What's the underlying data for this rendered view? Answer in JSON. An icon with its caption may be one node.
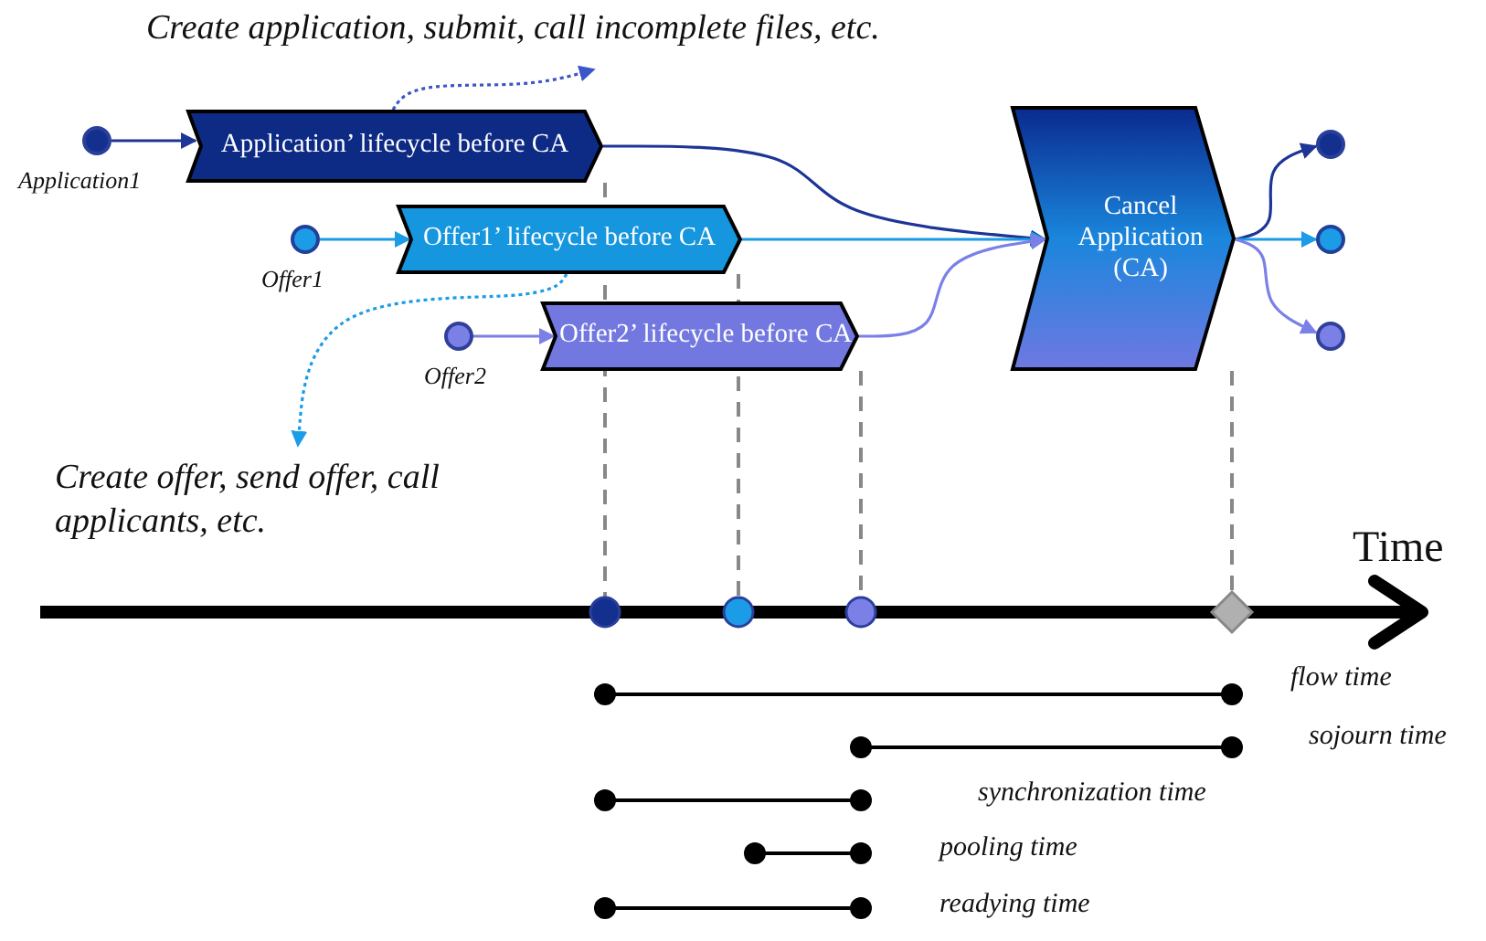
{
  "diagram": {
    "nodes": [
      {
        "text": [],
        "shape": "circle",
        "beside": [
          "Application1"
        ]
      },
      {
        "text": [
          "Application’ lifecycle before CA"
        ]
      },
      {
        "text": [],
        "shape": "circle",
        "beside": [
          "Offer1"
        ]
      },
      {
        "text": [
          "Offer1’ lifecycle before CA"
        ]
      },
      {
        "text": [],
        "shape": "circle",
        "beside": [
          "Offer2"
        ]
      },
      {
        "text": [
          "Offer2’ lifecycle before CA"
        ]
      },
      {
        "text": [
          "Cancel Application (CA)"
        ]
      },
      {
        "text": [],
        "shape": "circle"
      },
      {
        "text": [],
        "shape": "circle"
      },
      {
        "text": [],
        "shape": "circle"
      },
      {
        "text": [
          "Create application, submit, call incomplete files, etc."
        ]
      },
      {
        "text": [
          "Create offer, send offer, call applicants, etc."
        ]
      }
    ],
    "edges": [
      {
        "from": 0,
        "to": 1,
        "arrow": "to",
        "color": "#1c3596"
      },
      {
        "from": 2,
        "to": 3,
        "arrow": "to",
        "color": "#1c9be6"
      },
      {
        "from": 4,
        "to": 5,
        "arrow": "to",
        "color": "#7a80e6"
      },
      {
        "from": 1,
        "to": 6,
        "arrow": "to",
        "color": "#1c3596"
      },
      {
        "from": 3,
        "to": 6,
        "arrow": "to",
        "color": "#1c9be6"
      },
      {
        "from": 5,
        "to": 6,
        "arrow": "to",
        "color": "#7a80e6"
      },
      {
        "from": 6,
        "to": 7,
        "arrow": "to",
        "color": "#1c3596"
      },
      {
        "from": 6,
        "to": 8,
        "arrow": "to",
        "color": "#1c9be6"
      },
      {
        "from": 6,
        "to": 9,
        "arrow": "to",
        "color": "#7a80e6"
      },
      {
        "from": 1,
        "to": 10,
        "arrow": "to",
        "style": "dashed",
        "color": "#3a56c8"
      },
      {
        "from": 3,
        "to": 11,
        "arrow": "to",
        "style": "dashed",
        "color": "#1c9be6"
      }
    ],
    "labels": [
      "Time",
      "flow time",
      "sojourn time",
      "synchronization time",
      "pooling time",
      "readying time"
    ]
  }
}
